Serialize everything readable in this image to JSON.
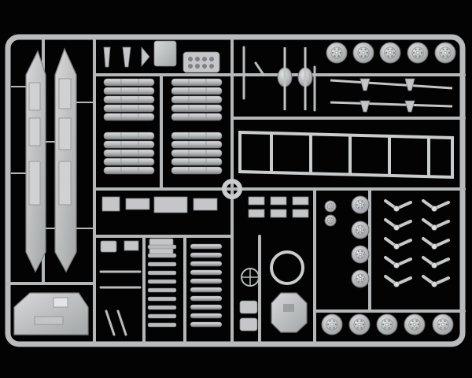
{
  "image": {
    "subject": "plastic-model-kit-sprue",
    "colors": {
      "background": "#030303",
      "plastic": "#b9bbbc",
      "plastic_light": "#d2d4d5",
      "plastic_dark": "#8c8f91",
      "shadow": "#55585a"
    }
  },
  "parts": {
    "hull_sides": 2,
    "rocket_tube_banks": 4,
    "large_road_wheels": 10,
    "sprocket_wheels": 2,
    "idler_wheels": 5,
    "track_links": 10,
    "suspension_arms": 10,
    "chassis_frame": 1,
    "turret": 1,
    "hatch_ring": 1
  }
}
